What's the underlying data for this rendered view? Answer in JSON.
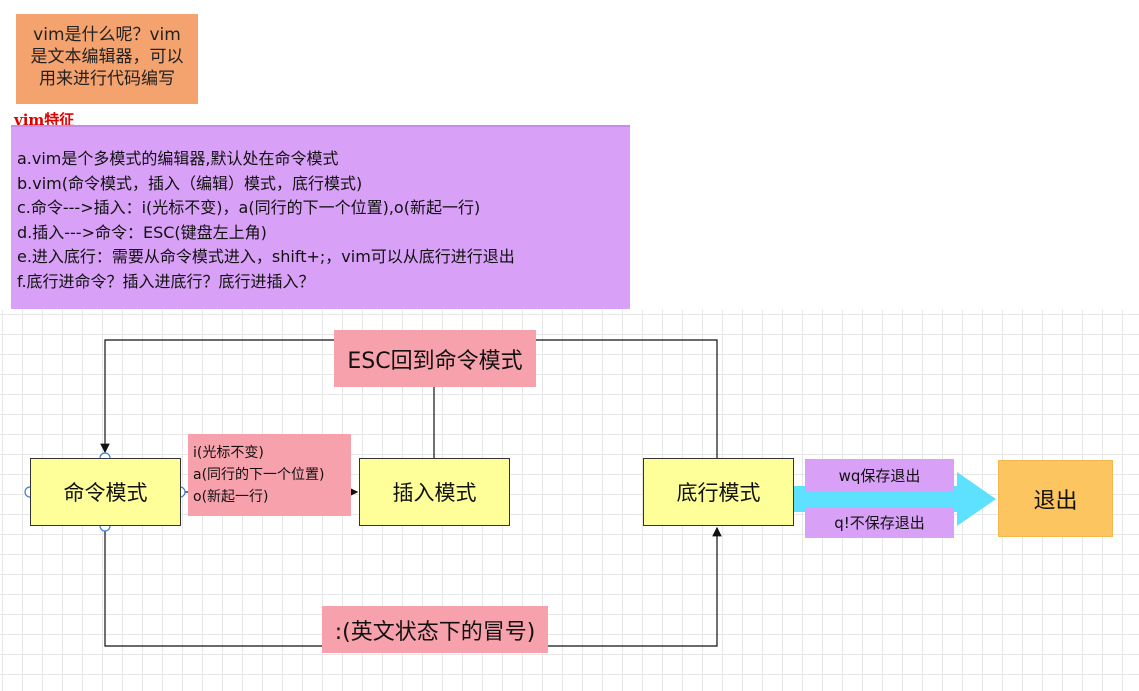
{
  "intro_note": "vim是什么呢？vim\n是文本编辑器，可以\n用来进行代码编写",
  "features": {
    "title": "vim特征",
    "lines": [
      "a.vim是个多模式的编辑器,默认处在命令模式",
      "b.vim(命令模式，插入（编辑）模式，底行模式)",
      "c.命令--->插入：i(光标不变)，a(同行的下一个位置),o(新起一行)",
      "d.插入--->命令：ESC(键盘左上角)",
      "e.进入底行：需要从命令模式进入，shift+;，vim可以从底行进行退出",
      "f.底行进命令？插入进底行？底行进插入？"
    ]
  },
  "diagram": {
    "nodes": {
      "command": "命令模式",
      "insert": "插入模式",
      "lastline": "底行模式",
      "exit": "退出"
    },
    "labels": {
      "esc": "ESC回到命令模式",
      "colon": ":(英文状态下的冒号)",
      "insert_keys": [
        "i(光标不变)",
        "a(同行的下一个位置)",
        "o(新起一行)"
      ],
      "wq": "wq保存退出",
      "q": "q!不保存退出"
    },
    "colors": {
      "node_fill": "#ffff99",
      "label_pink": "#f7a1ac",
      "label_purple": "#d8a0f6",
      "intro_fill": "#f4a26e",
      "exit_fill": "#fdc55f",
      "arrow_cyan": "#5ee0ff",
      "title_red": "#e00000"
    }
  }
}
